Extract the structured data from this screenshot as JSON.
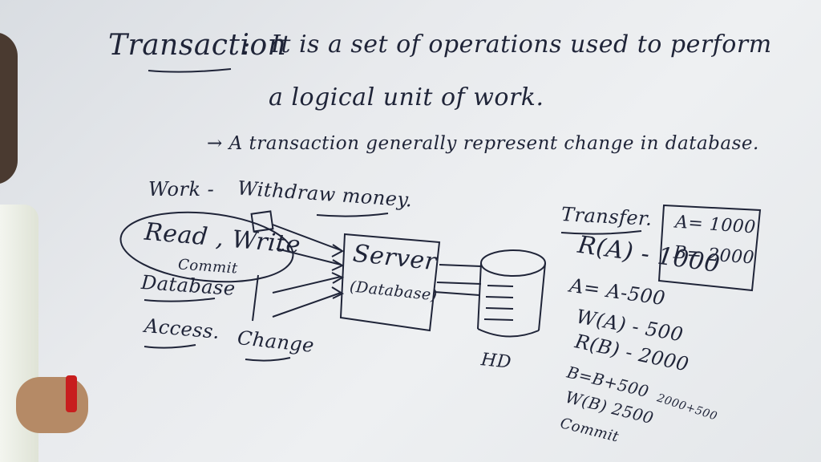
{
  "title_line1": {
    "term": "Transaction",
    "colon": ":",
    "text": "It is a set of operations used to perform"
  },
  "title_line2": "a logical unit of work.",
  "arrow_line": "→ A transaction generally represent change in database.",
  "work_label": "Work -",
  "work_value": "Withdraw money.",
  "ellipse_text": "Read , Write",
  "commit_small": "Commit",
  "db_access_1": "Database",
  "db_access_2": "Access.",
  "change_label": "Change",
  "server_label": "Server",
  "server_sub": "(Database)",
  "hd_label": "HD",
  "transfer_label": "Transfer.",
  "box_a": "A= 1000",
  "box_b": "B= 2000",
  "steps": [
    "R(A) - 1000",
    "A= A-500",
    "W(A) - 500",
    "R(B) - 2000",
    "B=B+500",
    "W(B) 2500",
    "Commit"
  ],
  "side_note": "2000+500"
}
